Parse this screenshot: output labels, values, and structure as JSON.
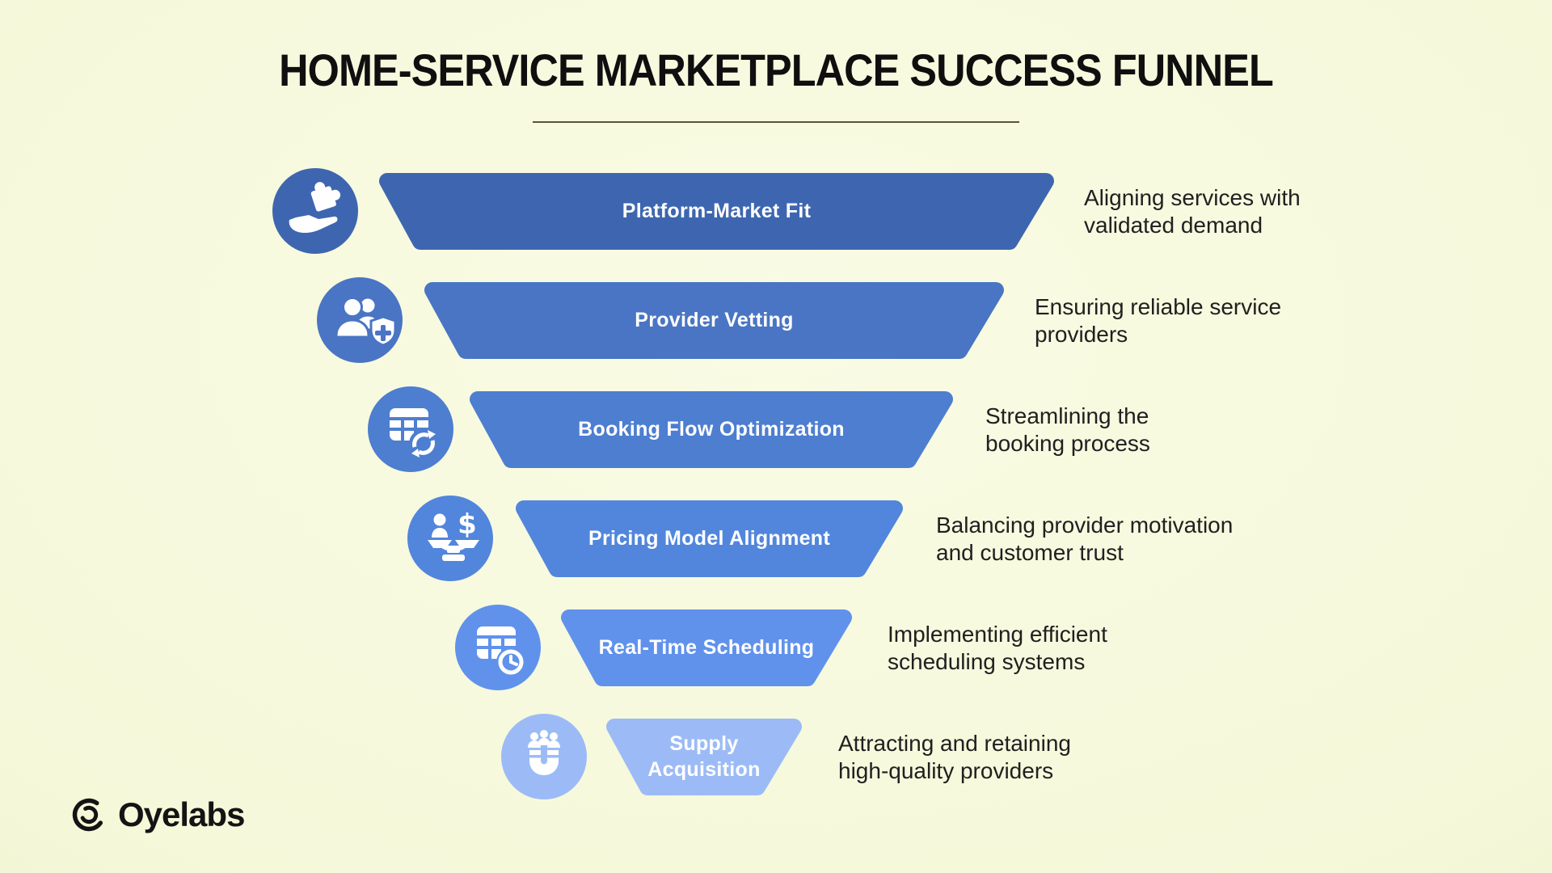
{
  "page": {
    "background": "#f5f8d9",
    "title": "HOME-SERVICE MARKETPLACE SUCCESS FUNNEL"
  },
  "brand": {
    "name": "Oyelabs",
    "color": "#141414"
  },
  "funnel": {
    "stages": [
      {
        "label": "Platform-Market Fit",
        "description": "Aligning services with\nvalidated demand",
        "color": "#3e66b0",
        "icon": "hand-puzzle-icon"
      },
      {
        "label": "Provider Vetting",
        "description": "Ensuring reliable service\nproviders",
        "color": "#4a75c4",
        "icon": "users-shield-plus-icon"
      },
      {
        "label": "Booking Flow Optimization",
        "description": "Streamlining the\nbooking process",
        "color": "#4d7ed0",
        "icon": "calendar-refresh-icon"
      },
      {
        "label": "Pricing Model Alignment",
        "description": "Balancing provider motivation\nand customer trust",
        "color": "#5286dc",
        "icon": "person-dollar-balance-icon"
      },
      {
        "label": "Real-Time Scheduling",
        "description": "Implementing efficient\nscheduling systems",
        "color": "#6092ec",
        "icon": "calendar-clock-icon"
      },
      {
        "label": "Supply Acquisition",
        "description": "Attracting and retaining\nhigh-quality providers",
        "color": "#9cbbf6",
        "icon": "magnet-people-icon"
      }
    ]
  }
}
